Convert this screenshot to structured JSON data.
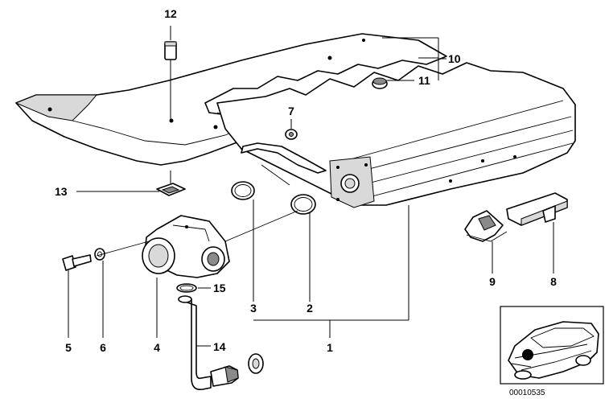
{
  "callouts": {
    "p1": "1",
    "p2": "2",
    "p3": "3",
    "p4": "4",
    "p5": "5",
    "p6": "6",
    "p7": "7",
    "p8": "8",
    "p9": "9",
    "p10": "10",
    "p11": "11",
    "p12": "12",
    "p13": "13",
    "p14": "14",
    "p15": "15"
  },
  "inset": {
    "code": "00010535"
  }
}
